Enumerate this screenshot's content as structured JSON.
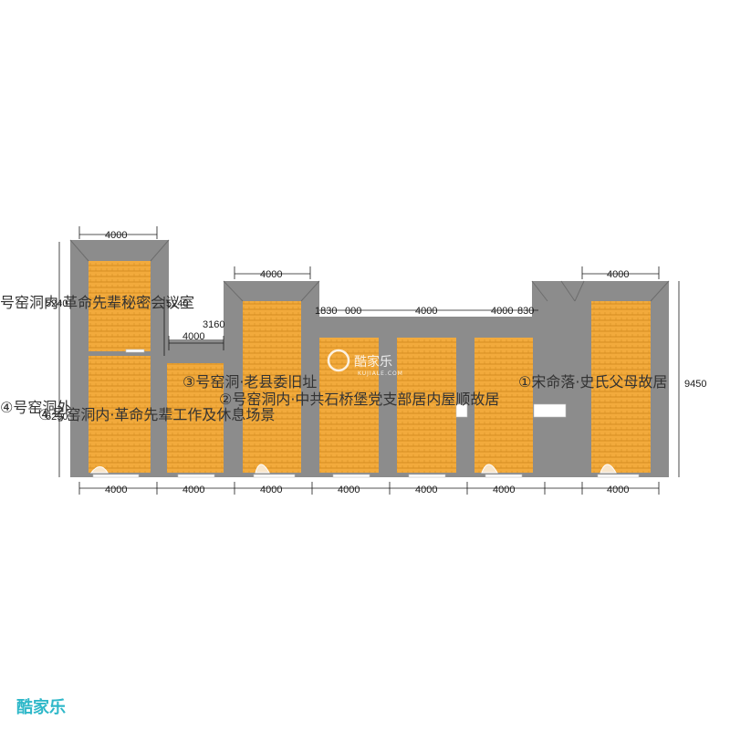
{
  "dimensions": {
    "top_room2": "4000",
    "top_room3": "4000",
    "top_room_mid": "4000",
    "top_room1": "4000",
    "side_5240_left": "5240",
    "side_5240_right": "5240",
    "gap_3160": "3160",
    "small_room_4000": "4000",
    "left_1830": "1830",
    "left_000": "000",
    "right_4000": "4000",
    "right_830": "830",
    "side_6290": "6290",
    "side_9450": "9450",
    "bottom": [
      "4000",
      "4000",
      "4000",
      "4000",
      "4000",
      "4000",
      "4000"
    ]
  },
  "labels": {
    "cave2": "号窑洞内·革命先辈秘密会议室",
    "cave3": "③号窑洞·老县委旧址",
    "cave2b": "②号窑洞内·中共石桥堡党支部居内屋顺故居",
    "cave1": "①宋命落·史氏父母故居",
    "cave4a": "④号窑洞外",
    "cave4b": "④号窑洞内·革命先辈工作及休息场景"
  },
  "watermark": {
    "center_text": "酷家乐",
    "center_sub": "KUJIALE.COM",
    "bottom_brand": "酷家乐"
  },
  "colors": {
    "wall": "#8c8c8c",
    "floor_light": "#f6b347",
    "floor_dark": "#e29a2a",
    "floor_line": "#c8801c",
    "brand": "#2fb8c9"
  }
}
